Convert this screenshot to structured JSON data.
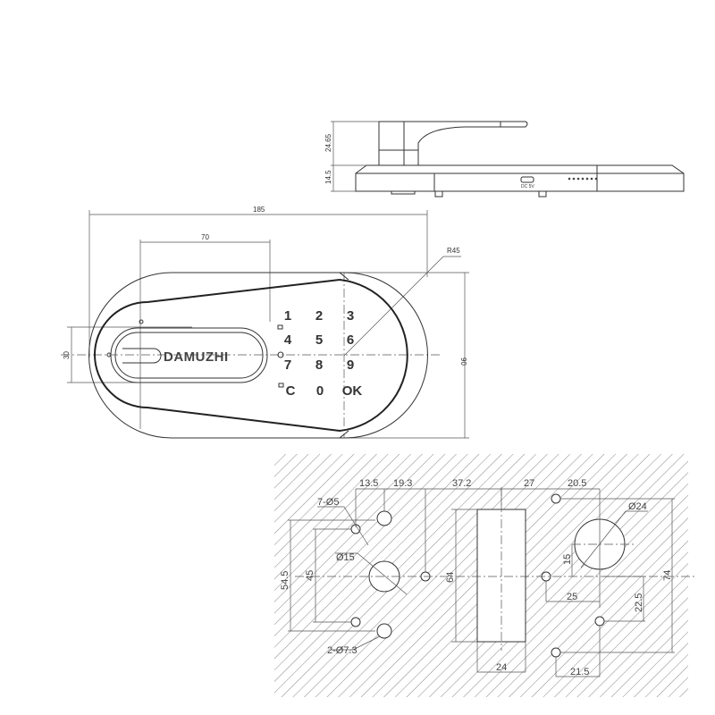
{
  "side_view": {
    "dims": {
      "handle_height": "24.65",
      "base_height": "14.5"
    },
    "port_label": "DC 5V"
  },
  "front_view": {
    "dims": {
      "overall_length": "185",
      "handle_length": "70",
      "radius": "R45",
      "height": "90",
      "handle_width": "30"
    },
    "brand": "DAMUZHI",
    "keys": [
      "1",
      "2",
      "3",
      "4",
      "5",
      "6",
      "7",
      "8",
      "9",
      "C",
      "0",
      "OK"
    ]
  },
  "cutout": {
    "dims": {
      "d1": "13.5",
      "d2": "19.3",
      "d3": "37.2",
      "d4": "27",
      "d5": "20.5",
      "h545": "54.5",
      "h45": "45",
      "h64": "64",
      "h15": "15",
      "w25": "25",
      "h225": "22.5",
      "h74": "74",
      "w24": "24",
      "w215": "21.5"
    },
    "labels": {
      "small_holes": "7-Ø5",
      "large_holes": "2-Ø7.3",
      "center_hole": "Ø15",
      "big_hole": "Ø24"
    }
  }
}
